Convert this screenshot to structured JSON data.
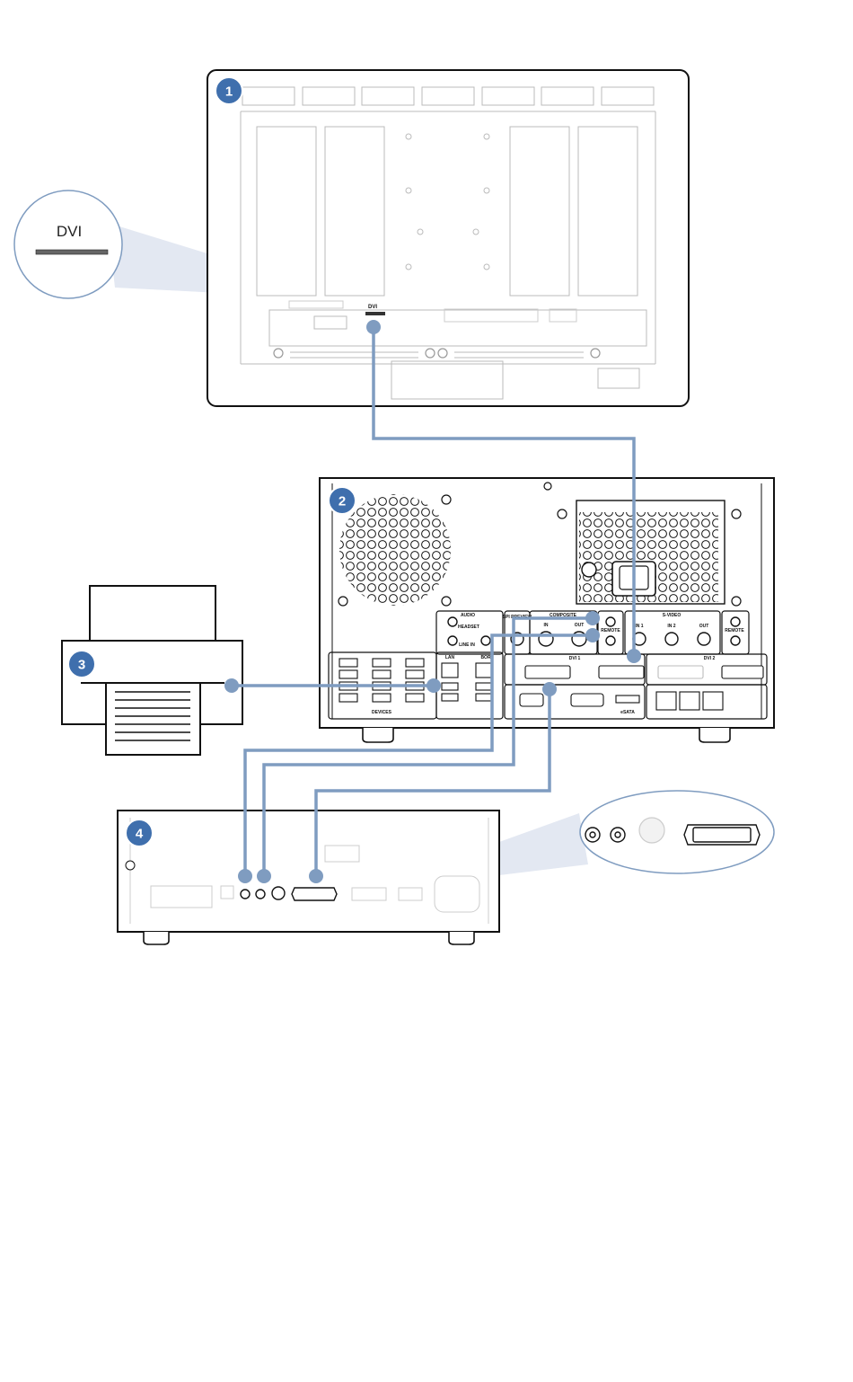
{
  "badges": {
    "monitor": "1",
    "system": "2",
    "printer": "3",
    "recorder": "4"
  },
  "monitor": {
    "dvi_label": "DVI",
    "callout_label": "DVI"
  },
  "system_panel": {
    "audio": "AUDIO",
    "headset": "HEADSET",
    "line_in": "LINE IN",
    "out": "OUT",
    "spi_preview": "SPI\nPREVIEW",
    "composite": "COMPOSITE",
    "in": "IN",
    "remote": "REMOTE",
    "svideo": "S-VIDEO",
    "in1": "IN 1",
    "in2": "IN 2",
    "dvi1": "DVI 1",
    "dvi2": "DVI 2",
    "lan": "LAN",
    "bor": "BOR",
    "devices": "DEVICES",
    "esata": "eSATA"
  },
  "colors": {
    "cable": "#7f9cc0",
    "badge": "#3f6fad",
    "callout_fill": "#e3e8f2",
    "outline": "#111111",
    "faint": "#c8c8c8"
  }
}
